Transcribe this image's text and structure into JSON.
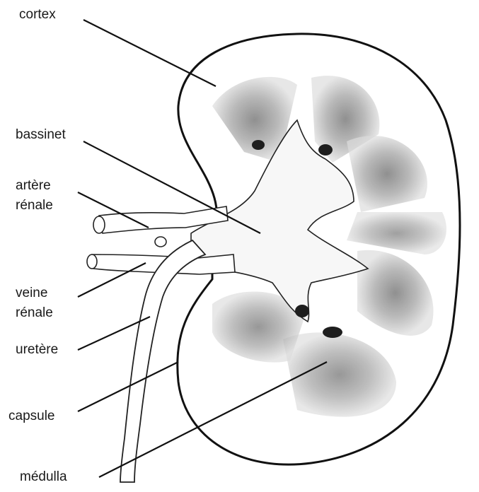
{
  "labels": {
    "cortex": "cortex",
    "bassinet": "bassinet",
    "artere_line1": "artère",
    "artere_line2": "rénale",
    "veine_line1": "veine",
    "veine_line2": "rénale",
    "uretere": "uretère",
    "capsule": "capsule",
    "medulla": "médulla"
  }
}
